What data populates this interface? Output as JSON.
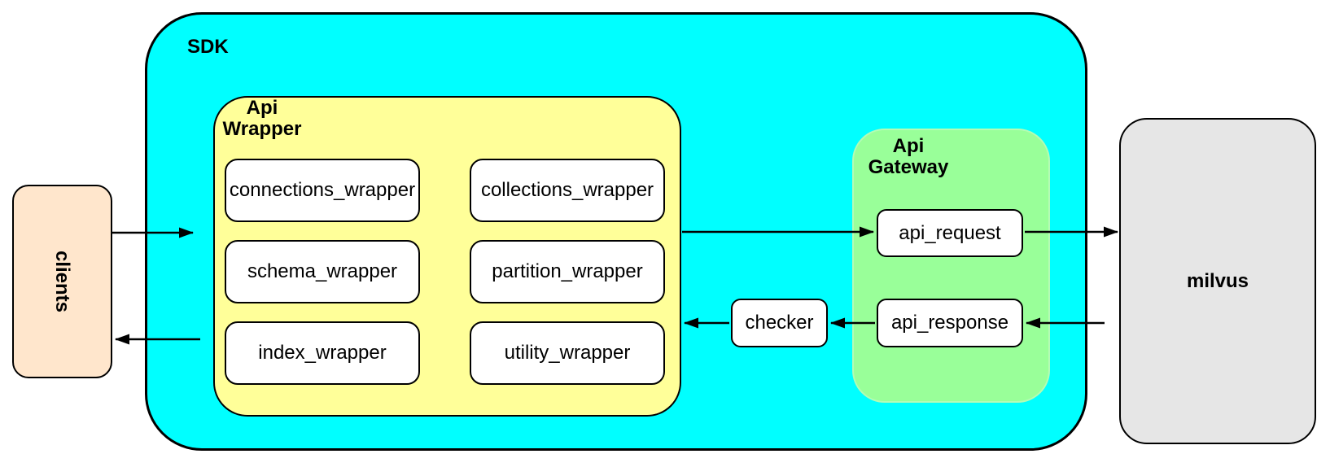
{
  "diagram": {
    "nodes": {
      "clients": {
        "label": "clients"
      },
      "sdk": {
        "label": "SDK"
      },
      "api_wrapper": {
        "label": [
          "Api",
          "Wrapper"
        ],
        "children": [
          "connections_wrapper",
          "collections_wrapper",
          "schema_wrapper",
          "partition_wrapper",
          "index_wrapper",
          "utility_wrapper"
        ]
      },
      "api_gateway": {
        "label": [
          "Api",
          "Gateway"
        ],
        "children": [
          "api_request",
          "api_response"
        ]
      },
      "checker": {
        "label": "checker"
      },
      "milvus": {
        "label": "milvus"
      }
    },
    "edges": [
      {
        "from": "clients",
        "to": "SDK"
      },
      {
        "from": "Api Wrapper",
        "to": "api_request"
      },
      {
        "from": "api_request",
        "to": "milvus"
      },
      {
        "from": "milvus",
        "to": "api_response"
      },
      {
        "from": "api_response",
        "to": "checker"
      },
      {
        "from": "checker",
        "to": "Api Wrapper"
      },
      {
        "from": "SDK",
        "to": "clients"
      }
    ],
    "colors": {
      "sdk_fill": "#00ffff",
      "api_wrapper_fill": "#ffff99",
      "api_gateway_fill": "#99ff99",
      "clients_fill": "#ffe6cc",
      "milvus_fill": "#e6e6e6",
      "node_fill": "#ffffff",
      "stroke": "#000000"
    }
  }
}
